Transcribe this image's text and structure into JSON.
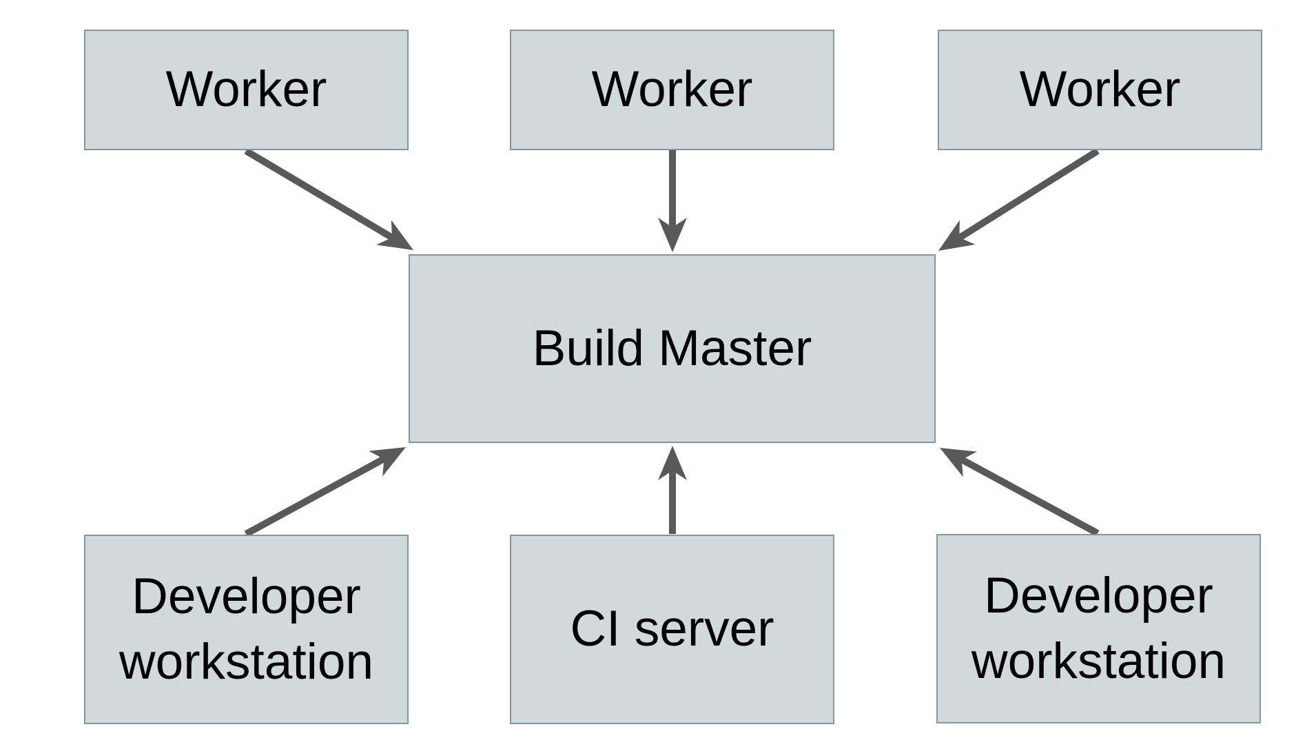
{
  "colors": {
    "background": "#ffffff",
    "node_fill": "#d1d9da",
    "node_border": "#7e97a3",
    "arrow": "#595959",
    "text": "#000000"
  },
  "nodes": [
    {
      "id": "worker-1",
      "label": "Worker"
    },
    {
      "id": "worker-2",
      "label": "Worker"
    },
    {
      "id": "worker-3",
      "label": "Worker"
    },
    {
      "id": "build-master",
      "label": "Build Master"
    },
    {
      "id": "developer-workstation-1",
      "label": "Developer workstation"
    },
    {
      "id": "ci-server",
      "label": "CI server"
    },
    {
      "id": "developer-workstation-2",
      "label": "Developer workstation"
    }
  ],
  "edges": [
    {
      "from": "worker-1",
      "to": "build-master"
    },
    {
      "from": "worker-2",
      "to": "build-master"
    },
    {
      "from": "worker-3",
      "to": "build-master"
    },
    {
      "from": "developer-workstation-1",
      "to": "build-master"
    },
    {
      "from": "ci-server",
      "to": "build-master"
    },
    {
      "from": "developer-workstation-2",
      "to": "build-master"
    }
  ]
}
